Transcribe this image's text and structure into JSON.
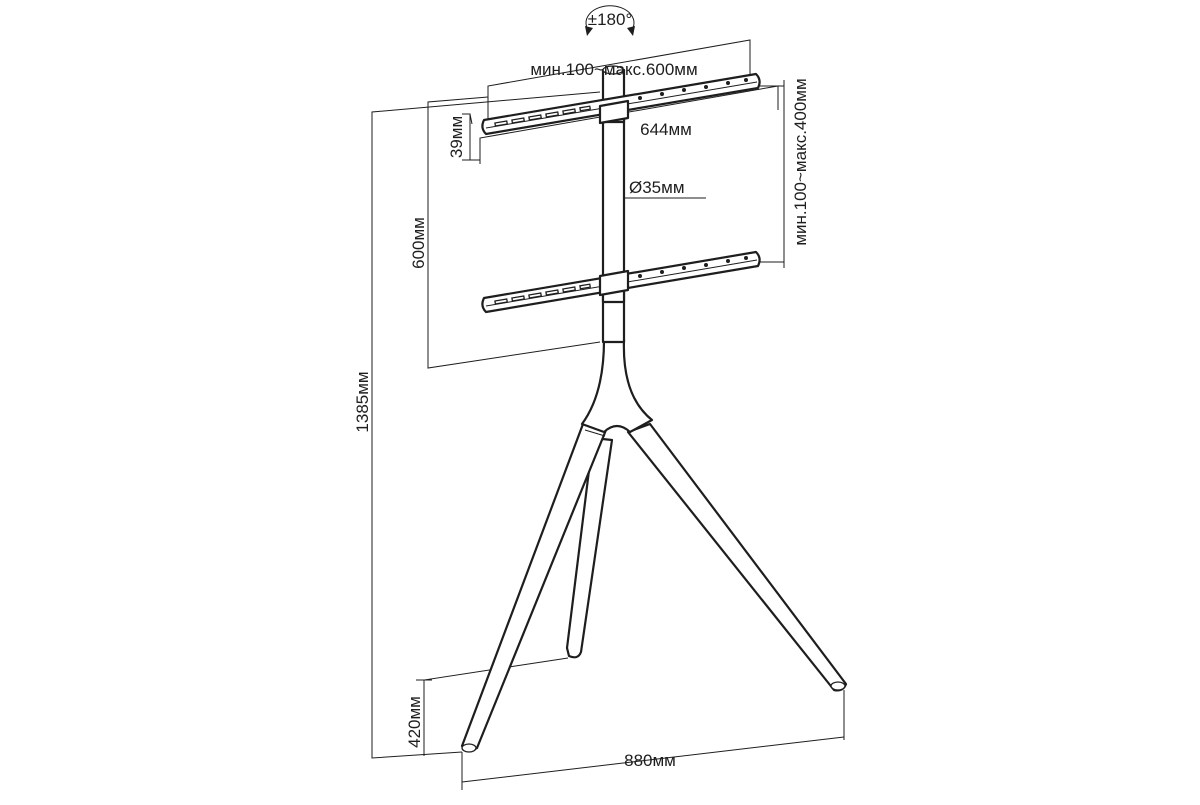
{
  "diagram": {
    "rotation_label": "±180°",
    "dimensions": {
      "mount_width_range": "мин.100~макс.600мм",
      "mount_height_range": "мин.100~макс.400мм",
      "bracket_length": "644мм",
      "bracket_height": "39мм",
      "pole_diameter": "Ø35мм",
      "bracket_span": "600мм",
      "total_height": "1385мм",
      "foot_height": "420мм",
      "base_width": "880мм"
    }
  }
}
